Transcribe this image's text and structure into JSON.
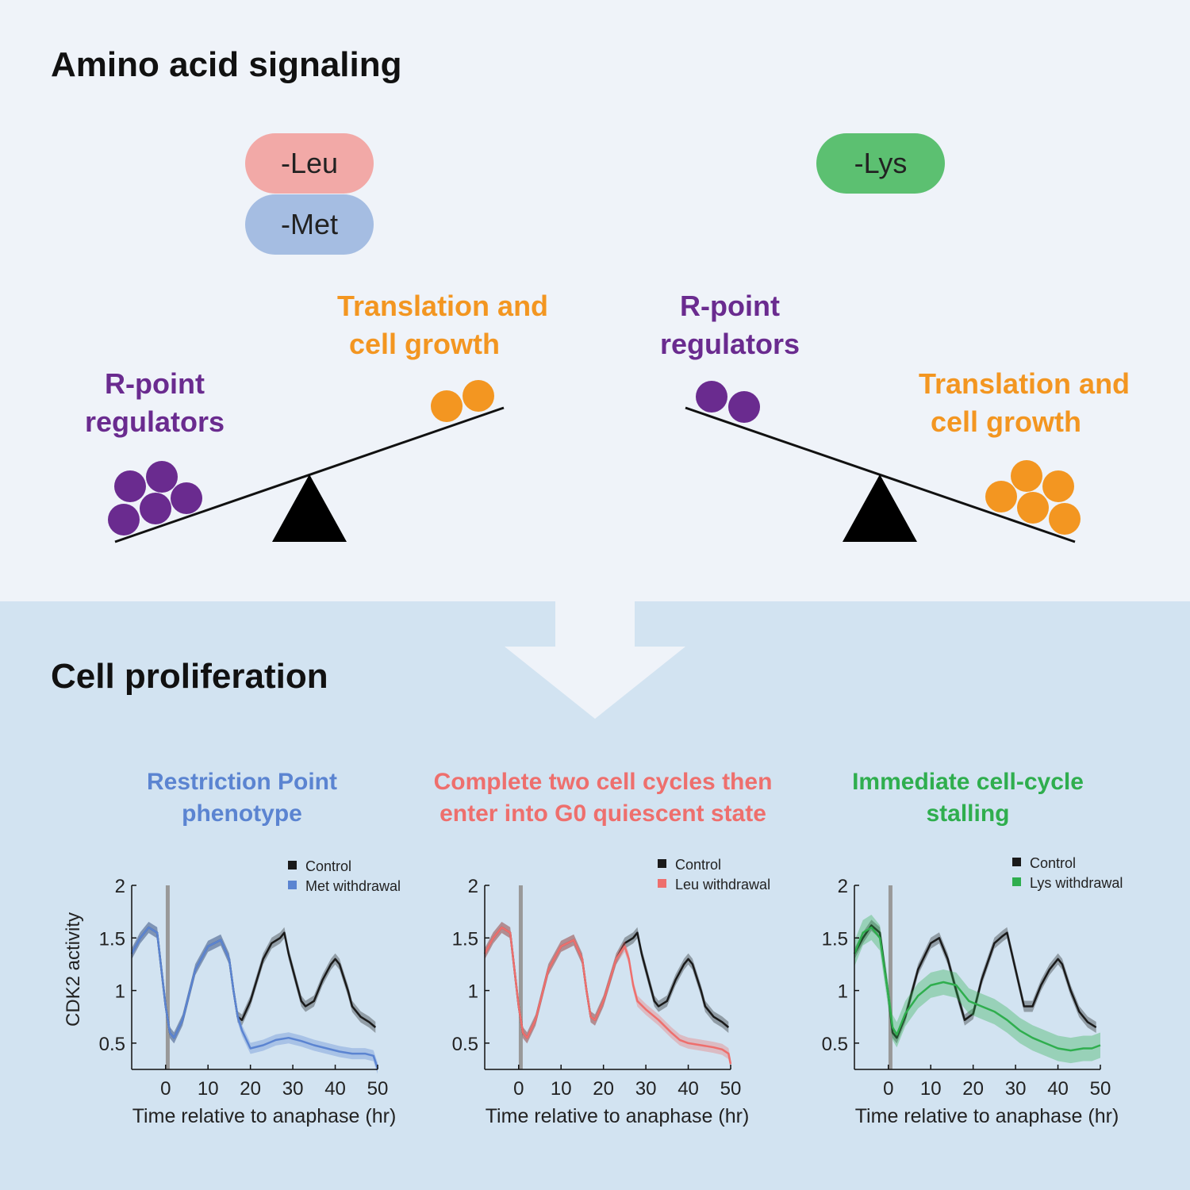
{
  "header": {
    "title": "Amino acid signaling"
  },
  "pills": {
    "leu": "-Leu",
    "met": "-Met",
    "lys": "-Lys"
  },
  "left_balance": {
    "low_side": {
      "line1": "R-point",
      "line2": "regulators"
    },
    "high_side": {
      "line1": "Translation and",
      "line2": "cell growth"
    }
  },
  "right_balance": {
    "high_side": {
      "line1": "R-point",
      "line2": "regulators"
    },
    "low_side": {
      "line1": "Translation and",
      "line2": "cell growth"
    }
  },
  "section2": {
    "title": "Cell proliferation"
  },
  "panels": [
    {
      "title1": "Restriction Point",
      "title2": "phenotype",
      "color": "#5b84d1",
      "legend": [
        "Control",
        "Met withdrawal"
      ]
    },
    {
      "title1": "Complete two cell cycles then",
      "title2": "enter into G0 quiescent state",
      "color": "#ee6f6d",
      "legend": [
        "Control",
        "Leu withdrawal"
      ]
    },
    {
      "title1": "Immediate cell-cycle",
      "title2": "stalling",
      "color": "#2fae4e",
      "legend": [
        "Control",
        "Lys withdrawal"
      ]
    }
  ],
  "colors": {
    "purple": "#6a2b8f",
    "orange": "#f39621",
    "leu_pill": "#f2a9a7",
    "met_pill": "#a5bde2",
    "lys_pill": "#5cc071",
    "control": "#1a1a1a"
  },
  "chart_data": [
    {
      "type": "line",
      "xlabel": "Time relative to anaphase (hr)",
      "ylabel": "CDK2 activity",
      "xlim": [
        -8,
        50
      ],
      "ylim": [
        0.25,
        2
      ],
      "xticks": [
        0,
        10,
        20,
        30,
        40,
        50
      ],
      "yticks": [
        0.5,
        1,
        1.5,
        2
      ],
      "xtick_labels": [
        "0",
        "10",
        "20",
        "30",
        "40",
        "50"
      ],
      "ytick_labels": [
        "0.5",
        "1",
        "1.5",
        "2"
      ],
      "series": [
        {
          "name": "Control",
          "color": "#1a1a1a",
          "x": [
            -8,
            -6,
            -4,
            -2,
            0,
            1,
            2,
            4,
            7,
            10,
            13,
            15,
            16,
            17,
            18,
            20,
            23,
            25,
            27,
            28,
            29,
            31,
            32,
            33,
            35,
            37,
            39,
            40,
            41,
            43,
            44,
            46,
            48,
            49.5
          ],
          "y": [
            1.35,
            1.5,
            1.6,
            1.55,
            0.85,
            0.6,
            0.55,
            0.72,
            1.2,
            1.42,
            1.48,
            1.3,
            1.0,
            0.75,
            0.72,
            0.9,
            1.3,
            1.45,
            1.5,
            1.55,
            1.35,
            1.05,
            0.9,
            0.85,
            0.9,
            1.1,
            1.25,
            1.3,
            1.25,
            1.0,
            0.85,
            0.75,
            0.7,
            0.65
          ]
        },
        {
          "name": "Met withdrawal",
          "color": "#5b84d1",
          "x": [
            -8,
            -6,
            -4,
            -2,
            0,
            1,
            2,
            4,
            7,
            10,
            13,
            15,
            16,
            17,
            18,
            20,
            23,
            26,
            29,
            32,
            35,
            38,
            41,
            44,
            47,
            49,
            50
          ],
          "y": [
            1.35,
            1.5,
            1.6,
            1.55,
            0.85,
            0.6,
            0.55,
            0.72,
            1.2,
            1.42,
            1.48,
            1.3,
            1.0,
            0.75,
            0.62,
            0.45,
            0.48,
            0.53,
            0.55,
            0.52,
            0.48,
            0.45,
            0.42,
            0.4,
            0.4,
            0.38,
            0.26
          ]
        }
      ]
    },
    {
      "type": "line",
      "xlabel": "Time relative to anaphase (hr)",
      "ylabel": "",
      "xlim": [
        -8,
        50
      ],
      "ylim": [
        0.25,
        2
      ],
      "xticks": [
        0,
        10,
        20,
        30,
        40,
        50
      ],
      "yticks": [
        0.5,
        1,
        1.5,
        2
      ],
      "xtick_labels": [
        "0",
        "10",
        "20",
        "30",
        "40",
        "50"
      ],
      "ytick_labels": [
        "0.5",
        "1",
        "1.5",
        "2"
      ],
      "series": [
        {
          "name": "Control",
          "color": "#1a1a1a",
          "x": [
            -8,
            -6,
            -4,
            -2,
            0,
            1,
            2,
            4,
            7,
            10,
            13,
            15,
            16,
            17,
            18,
            20,
            23,
            25,
            27,
            28,
            29,
            31,
            32,
            33,
            35,
            37,
            39,
            40,
            41,
            43,
            44,
            46,
            48,
            49.5
          ],
          "y": [
            1.35,
            1.5,
            1.6,
            1.55,
            0.85,
            0.6,
            0.55,
            0.72,
            1.2,
            1.42,
            1.48,
            1.3,
            1.0,
            0.75,
            0.72,
            0.9,
            1.3,
            1.45,
            1.5,
            1.55,
            1.35,
            1.05,
            0.9,
            0.85,
            0.9,
            1.1,
            1.25,
            1.3,
            1.25,
            1.0,
            0.85,
            0.75,
            0.7,
            0.65
          ]
        },
        {
          "name": "Leu withdrawal",
          "color": "#ee6f6d",
          "x": [
            -8,
            -6,
            -4,
            -2,
            0,
            1,
            2,
            4,
            7,
            10,
            13,
            15,
            16,
            17,
            18,
            20,
            23,
            25,
            26,
            27,
            28,
            30,
            33,
            36,
            38,
            40,
            43,
            46,
            48,
            49.5,
            50
          ],
          "y": [
            1.35,
            1.5,
            1.6,
            1.55,
            0.85,
            0.6,
            0.55,
            0.72,
            1.2,
            1.42,
            1.48,
            1.3,
            1.0,
            0.75,
            0.72,
            0.9,
            1.3,
            1.42,
            1.3,
            1.05,
            0.9,
            0.82,
            0.72,
            0.6,
            0.53,
            0.5,
            0.48,
            0.46,
            0.44,
            0.4,
            0.3
          ]
        }
      ]
    },
    {
      "type": "line",
      "xlabel": "Time relative to anaphase (hr)",
      "ylabel": "",
      "xlim": [
        -8,
        50
      ],
      "ylim": [
        0.25,
        2
      ],
      "xticks": [
        0,
        10,
        20,
        30,
        40,
        50
      ],
      "yticks": [
        0.5,
        1,
        1.5,
        2
      ],
      "xtick_labels": [
        "0",
        "10",
        "20",
        "30",
        "40",
        "50"
      ],
      "ytick_labels": [
        "0.5",
        "1",
        "1.5",
        "2"
      ],
      "series": [
        {
          "name": "Control",
          "color": "#1a1a1a",
          "x": [
            -8,
            -6,
            -4,
            -2,
            0,
            1,
            2,
            4,
            7,
            10,
            12,
            14,
            16,
            18,
            20,
            22,
            25,
            27,
            28,
            30,
            32,
            34,
            36,
            38,
            40,
            41,
            43,
            45,
            47,
            49
          ],
          "y": [
            1.35,
            1.5,
            1.62,
            1.55,
            0.95,
            0.6,
            0.55,
            0.75,
            1.2,
            1.45,
            1.5,
            1.3,
            1.0,
            0.72,
            0.78,
            1.1,
            1.45,
            1.52,
            1.55,
            1.2,
            0.85,
            0.85,
            1.05,
            1.2,
            1.3,
            1.25,
            1.0,
            0.8,
            0.7,
            0.65
          ]
        },
        {
          "name": "Lys withdrawal",
          "color": "#2fae4e",
          "x": [
            -8,
            -6,
            -4,
            -2,
            0,
            1,
            2,
            4,
            7,
            10,
            13,
            16,
            19,
            22,
            25,
            28,
            31,
            34,
            37,
            40,
            43,
            46,
            48,
            50
          ],
          "y": [
            1.35,
            1.55,
            1.6,
            1.5,
            0.95,
            0.65,
            0.58,
            0.78,
            0.95,
            1.05,
            1.08,
            1.05,
            0.9,
            0.85,
            0.8,
            0.72,
            0.62,
            0.55,
            0.5,
            0.45,
            0.43,
            0.45,
            0.45,
            0.48
          ]
        }
      ]
    }
  ]
}
